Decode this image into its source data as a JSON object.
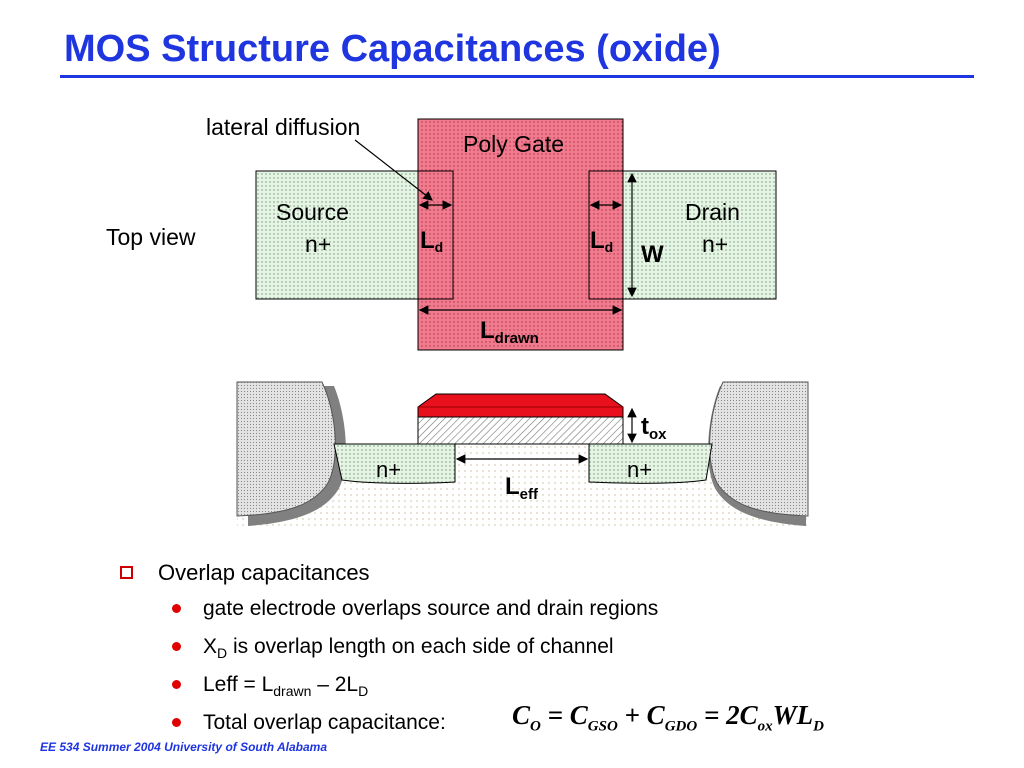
{
  "slide": {
    "title": "MOS Structure Capacitances (oxide)",
    "footer": "EE 534 Summer 2004 University of South Alabama"
  },
  "top_view": {
    "label": "Top view",
    "lateral_diffusion": "lateral diffusion",
    "poly_gate": "Poly Gate",
    "source": "Source",
    "source_doping": "n+",
    "drain": "Drain",
    "drain_doping": "n+",
    "ld_main": "L",
    "ld_sub": "d",
    "w_label": "W",
    "ldrawn_main": "L",
    "ldrawn_sub": "drawn"
  },
  "cross_section": {
    "left_doping": "n+",
    "right_doping": "n+",
    "tox_main": "t",
    "tox_sub": "ox",
    "leff_main": "L",
    "leff_sub": "eff"
  },
  "bullets": {
    "heading": "Overlap capacitances",
    "item1": "gate electrode overlaps source and drain regions",
    "item2_pre": "X",
    "item2_sub": "D",
    "item2_post": " is overlap length on each side of channel",
    "item3_pre": "Leff = L",
    "item3_sub1": "drawn",
    "item3_mid": " – 2L",
    "item3_sub2": "D",
    "item4": "Total overlap capacitance:"
  },
  "equation": {
    "c1": "C",
    "c1_sub": "O",
    "eq1": " = ",
    "c2": "C",
    "c2_sub": "GSO",
    "plus": " + ",
    "c3": "C",
    "c3_sub": "GDO",
    "eq2": " = 2",
    "c4": "C",
    "c4_sub": "ox",
    "wl": "WL",
    "wl_sub": "D"
  },
  "colors": {
    "title_blue": "#1f35e0",
    "bullet_red": "#e00000",
    "poly_pink": "#f07a8e",
    "diffusion_green": "#e6f4e6",
    "gate_red": "#e8101c"
  }
}
